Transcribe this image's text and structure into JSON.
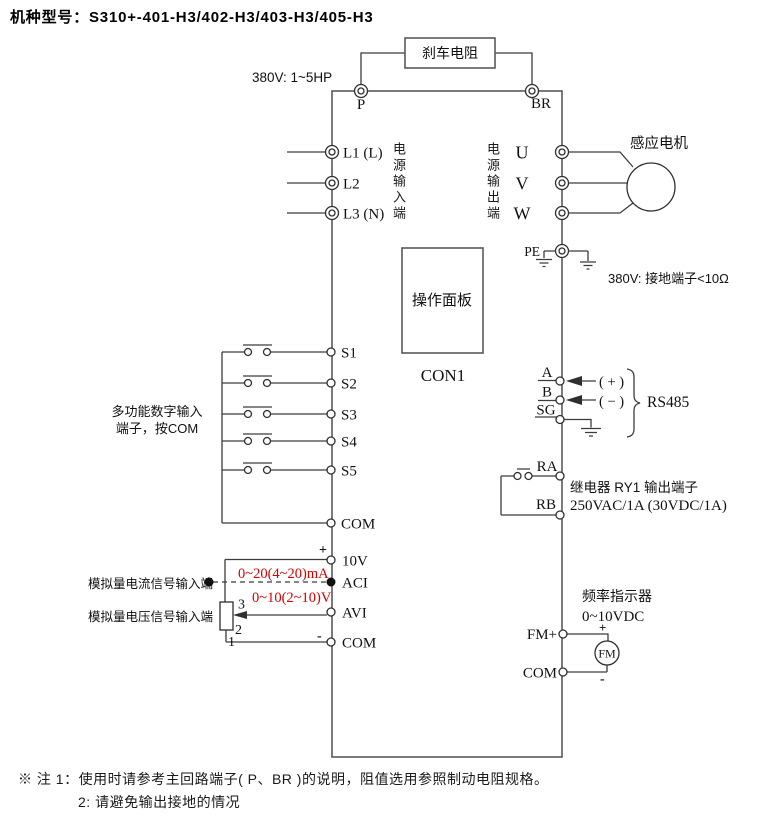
{
  "title": "机种型号：S310+-401-H3/402-H3/403-H3/405-H3",
  "top": {
    "brake_resistor": "刹车电阻",
    "voltage_hp": "380V: 1~5HP",
    "terminal_p": "P",
    "terminal_br": "BR"
  },
  "power_input": {
    "group_label": "电源输入端",
    "l1": "L1 (L)",
    "l2": "L2",
    "l3": "L3 (N)"
  },
  "power_output": {
    "group_label": "电源输出端",
    "u": "U",
    "v": "V",
    "w": "W",
    "pe": "PE",
    "motor": "感应电机",
    "ground_note": "380V: 接地端子<10Ω"
  },
  "panel": {
    "label": "操作面板",
    "connector": "CON1"
  },
  "digital_inputs": {
    "desc_line1": "多功能数字输入",
    "desc_line2": "端子，按COM",
    "terminals": [
      "S1",
      "S2",
      "S3",
      "S4",
      "S5"
    ],
    "common": "COM"
  },
  "analog_inputs": {
    "plus": "+",
    "minus": "-",
    "v10": "10V",
    "aci": "ACI",
    "avi": "AVI",
    "com": "COM",
    "current_range": "0~20(4~20)mA",
    "voltage_range": "0~10(2~10)V",
    "current_label": "模拟量电流信号输入端",
    "voltage_label": "模拟量电压信号输入端",
    "pot_pin1": "1",
    "pot_pin2": "2",
    "pot_pin3": "3"
  },
  "rs485": {
    "a": "A",
    "b": "B",
    "sg": "SG",
    "plus": "( + )",
    "minus": "( − )",
    "label": "RS485"
  },
  "relay": {
    "ra": "RA",
    "rb": "RB",
    "desc_line1": "继电器 RY1 输出端子",
    "desc_line2": "250VAC/1A (30VDC/1A)"
  },
  "fm": {
    "fm_plus": "FM+",
    "com": "COM",
    "indicator_line1": "频率指示器",
    "indicator_line2": "0~10VDC",
    "meter": "FM",
    "plus": "+",
    "minus": "-"
  },
  "notes": {
    "line1": "※ 注 1：使用时请参考主回路端子( P、BR )的说明，阻值选用参照制动电阻规格。",
    "line2": "2: 请避免输出接地的情况"
  }
}
